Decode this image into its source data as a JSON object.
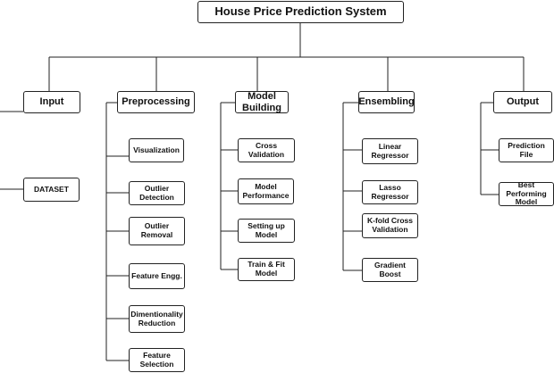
{
  "title": "House Price Prediction System",
  "columns": {
    "input": {
      "heading": "Input",
      "items": [
        "DATASET"
      ]
    },
    "preprocessing": {
      "heading": "Preprocessing",
      "items": [
        "Visualization",
        "Outlier Detection",
        "Outlier Removal",
        "Feature Engg.",
        "Dimentionality Reduction",
        "Feature Selection"
      ]
    },
    "model_building": {
      "heading": "Model Building",
      "items": [
        "Cross Validation",
        "Model Performance",
        "Setting up Model",
        "Train & Fit Model"
      ]
    },
    "ensembling": {
      "heading": "Ensembling",
      "items": [
        "Linear Regressor",
        "Lasso Regressor",
        "K-fold Cross Validation",
        "Gradient Boost"
      ]
    },
    "output": {
      "heading": "Output",
      "items": [
        "Prediction File",
        "Best Performing Model"
      ]
    }
  }
}
